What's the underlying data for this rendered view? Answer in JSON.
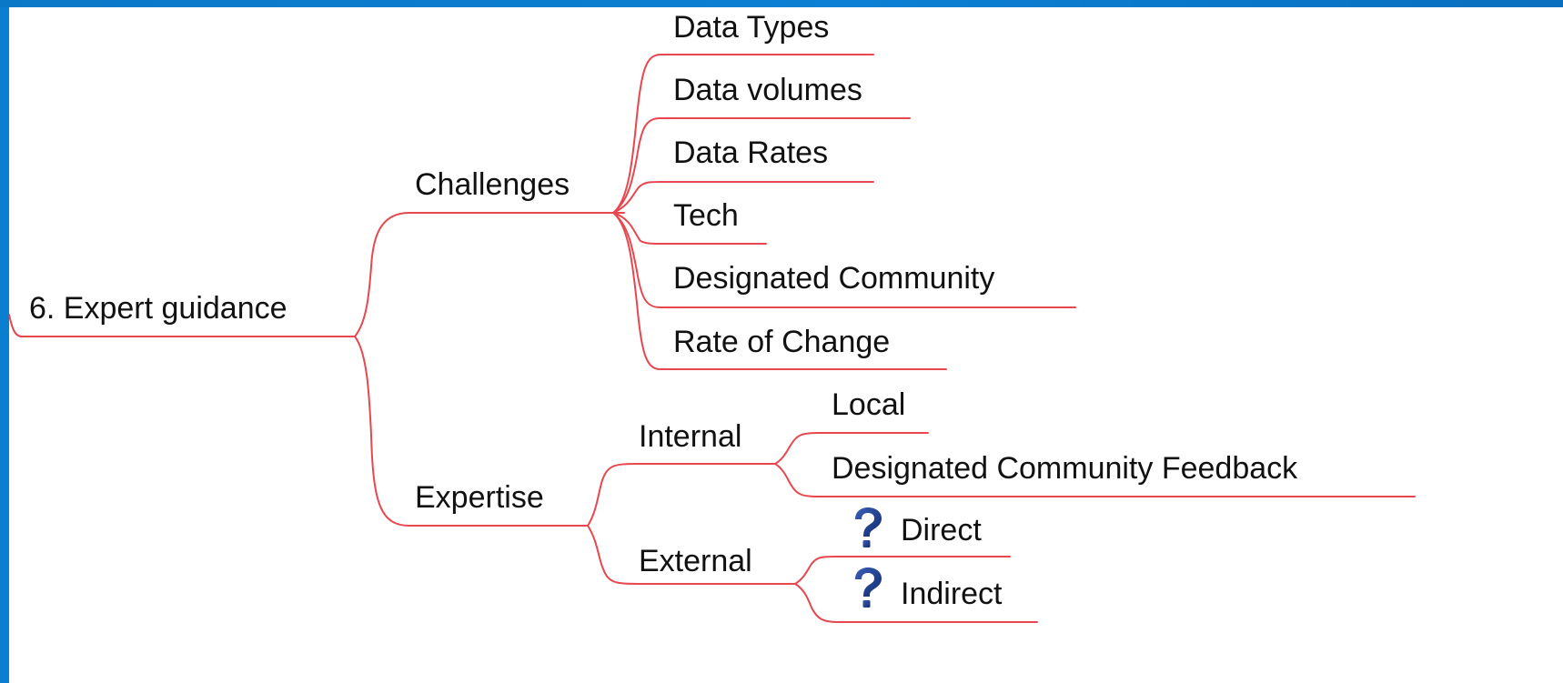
{
  "diagram": {
    "root": "6. Expert guidance",
    "branches": {
      "challenges": {
        "label": "Challenges",
        "children": [
          "Data Types",
          "Data volumes",
          "Data Rates",
          "Tech",
          "Designated Community",
          "Rate of Change"
        ]
      },
      "expertise": {
        "label": "Expertise",
        "internal": {
          "label": "Internal",
          "children": [
            "Local",
            "Designated Community Feedback"
          ]
        },
        "external": {
          "label": "External",
          "children": [
            "Direct",
            "Indirect"
          ]
        }
      }
    },
    "colors": {
      "line": "#e8474f",
      "background": "#0a7fd0",
      "icon": "#1a3d8f"
    },
    "icons": [
      "question-mark-icon"
    ]
  }
}
